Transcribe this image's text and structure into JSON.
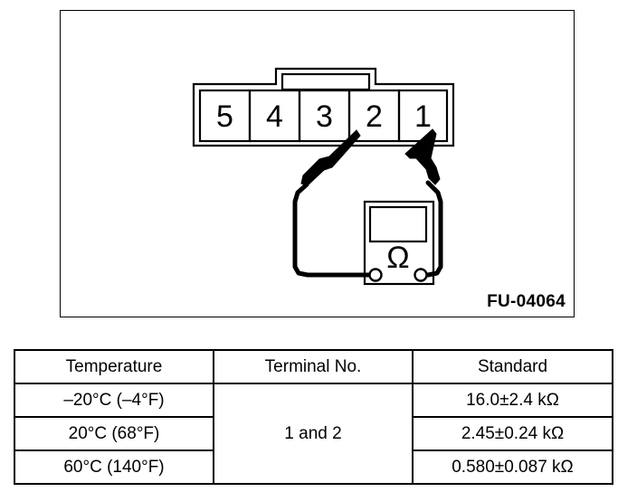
{
  "figure": {
    "code": "FU-04064",
    "connector": {
      "name": "5-pin-connector",
      "terminals": [
        "5",
        "4",
        "3",
        "2",
        "1"
      ],
      "probed_terminals": [
        "2",
        "1"
      ]
    },
    "meter": {
      "name": "ohmmeter",
      "symbol": "Ω",
      "display_label": ""
    }
  },
  "table": {
    "headers": {
      "temperature": "Temperature",
      "terminal": "Terminal No.",
      "standard": "Standard"
    },
    "terminal_value": "1 and 2",
    "rows": [
      {
        "temperature": "–20°C (–4°F)",
        "standard": "16.0±2.4 kΩ"
      },
      {
        "temperature": "20°C (68°F)",
        "standard": "2.45±0.24 kΩ"
      },
      {
        "temperature": "60°C (140°F)",
        "standard": "0.580±0.087 kΩ"
      }
    ]
  },
  "colors": {
    "ink": "#000000",
    "paper": "#ffffff"
  }
}
